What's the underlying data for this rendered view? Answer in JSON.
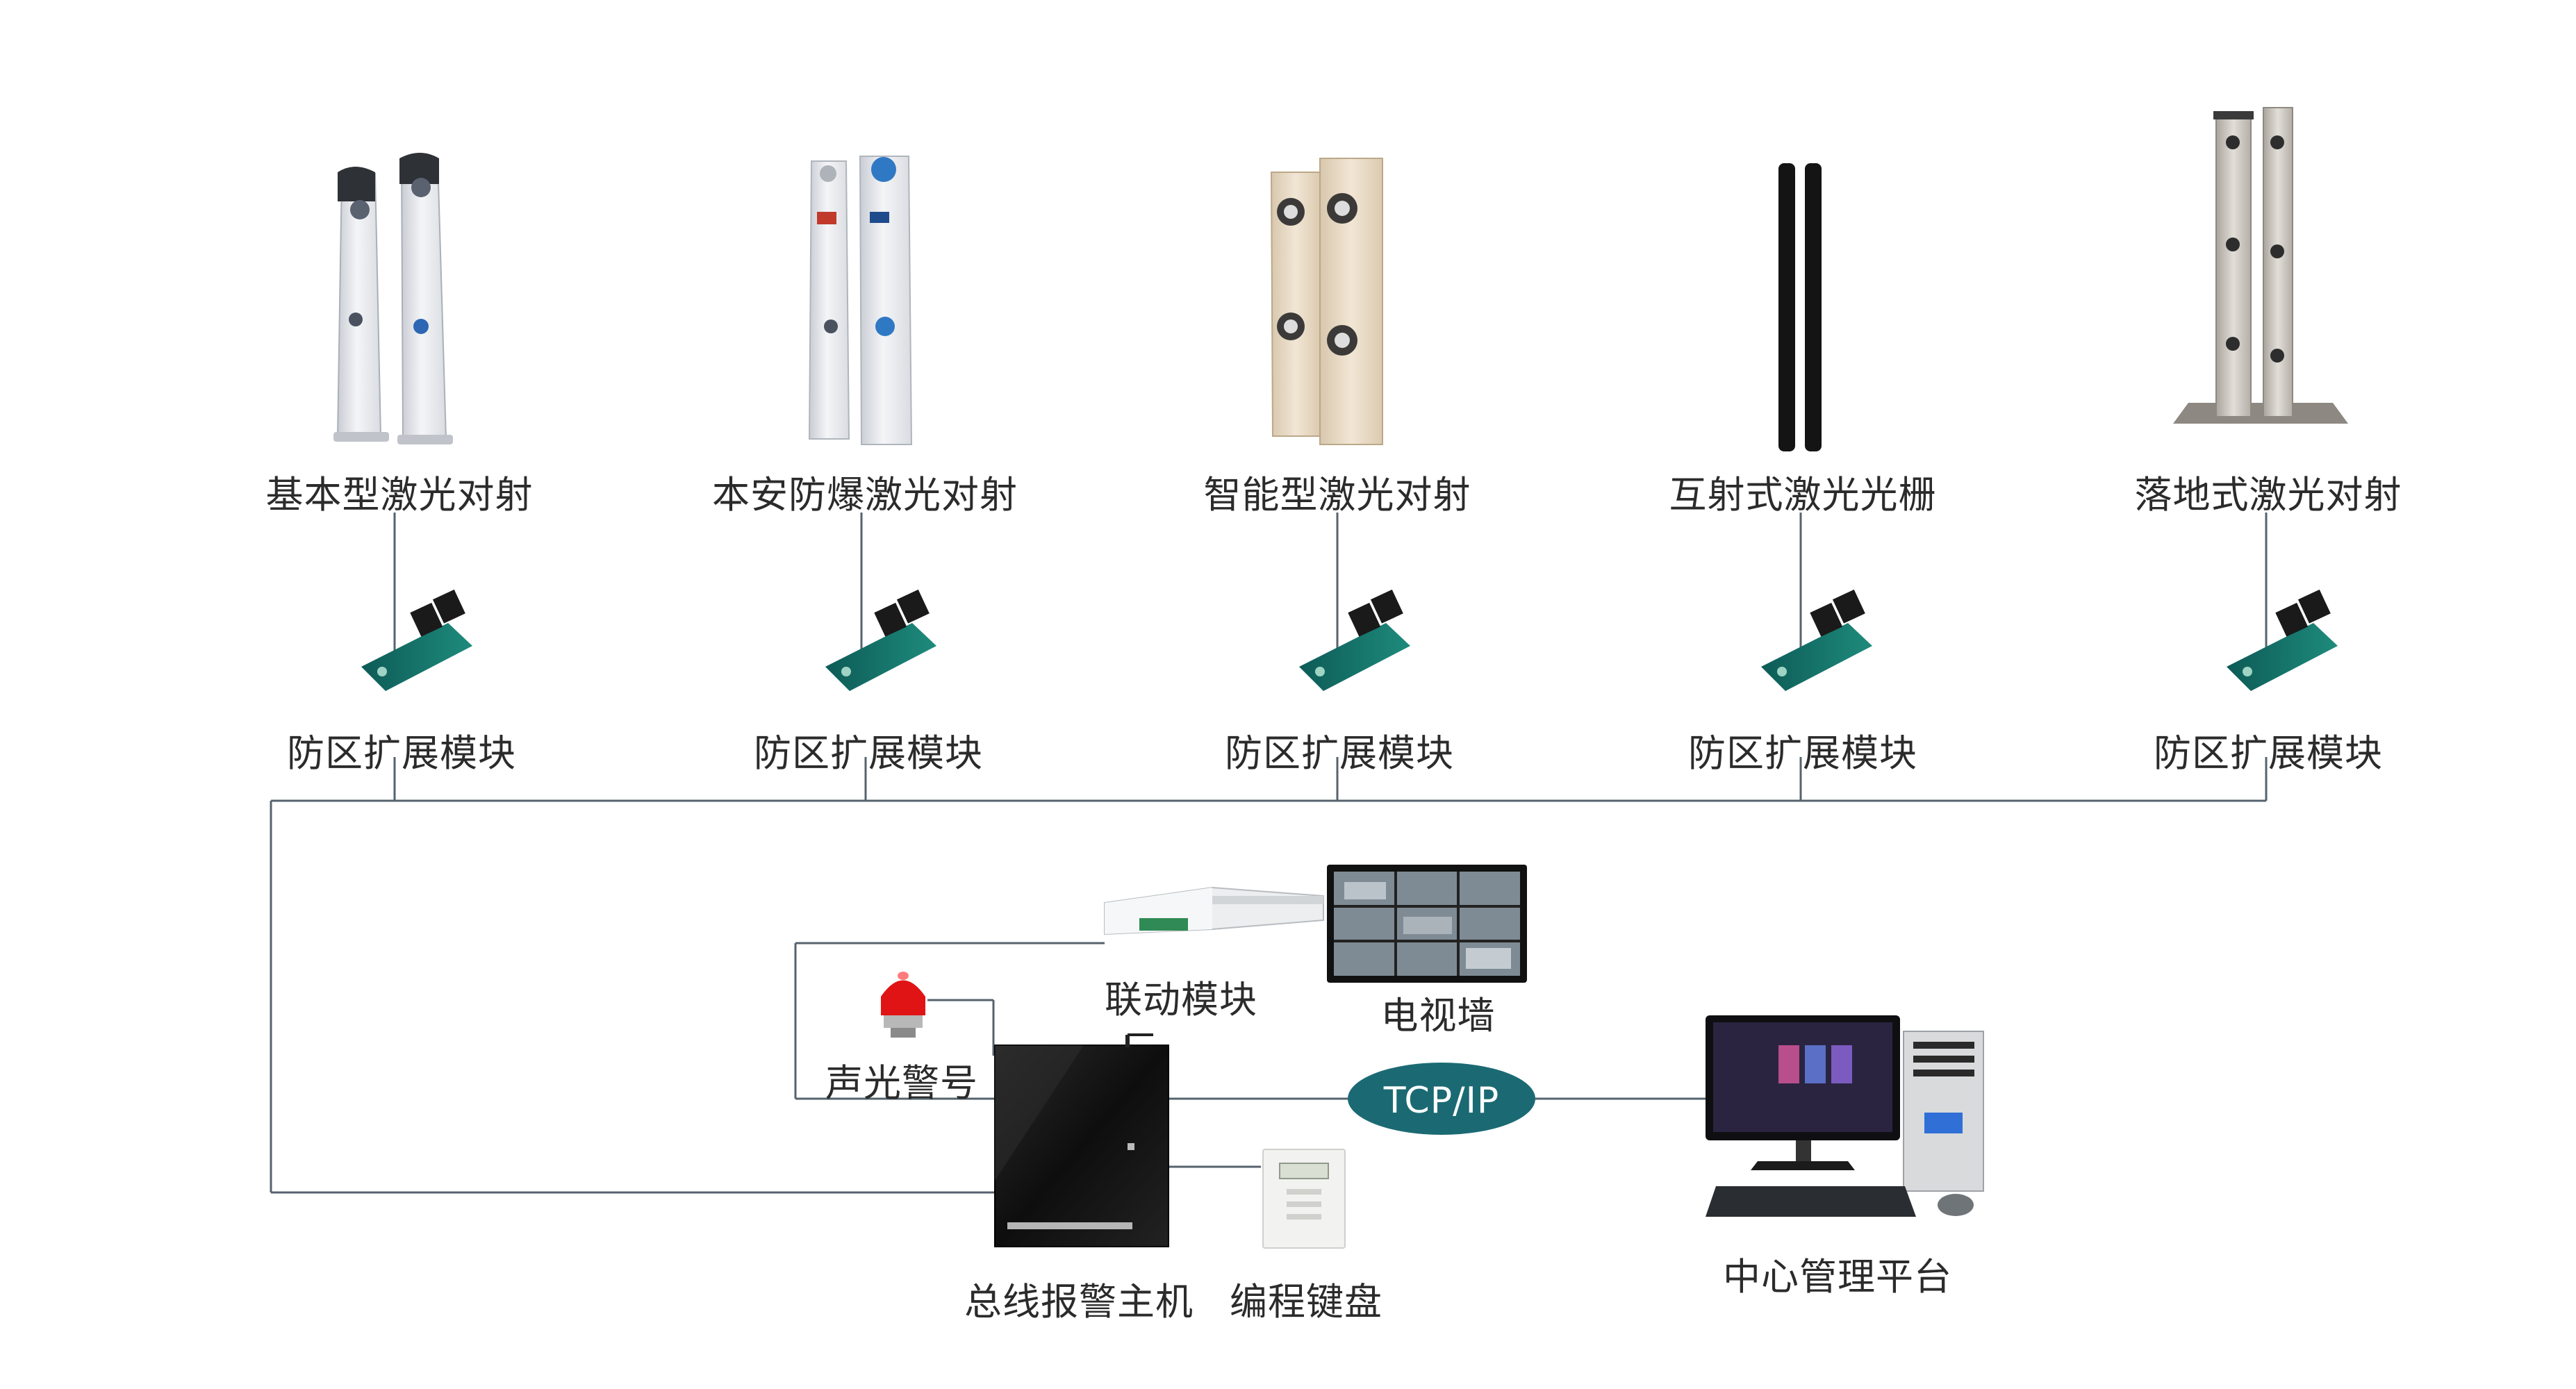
{
  "sensors": [
    {
      "label": "基本型激光对射",
      "icon": "basic-laser-beam-pair-icon"
    },
    {
      "label": "本安防爆激光对射",
      "icon": "explosion-proof-laser-beam-pair-icon"
    },
    {
      "label": "智能型激光对射",
      "icon": "smart-laser-beam-pair-icon"
    },
    {
      "label": "互射式激光光栅",
      "icon": "laser-grating-bars-icon"
    },
    {
      "label": "落地式激光对射",
      "icon": "floor-standing-laser-beam-pair-icon"
    }
  ],
  "zone_module_label": "防区扩展模块",
  "zone_module_icon": "circuit-board-module-icon",
  "linkage_module": {
    "label": "联动模块",
    "icon": "relay-box-icon"
  },
  "video_wall": {
    "label": "电视墙",
    "icon": "monitor-wall-icon"
  },
  "siren": {
    "label": "声光警号",
    "icon": "siren-light-icon"
  },
  "alarm_host": {
    "label": "总线报警主机",
    "icon": "alarm-control-panel-icon"
  },
  "keypad": {
    "label": "编程键盘",
    "icon": "keypad-icon"
  },
  "network": {
    "label": "TCP/IP",
    "color": "#1b6a73"
  },
  "center": {
    "label": "中心管理平台",
    "icon": "desktop-computer-icon"
  },
  "colors": {
    "line": "#56636e",
    "text": "#2b2b2b"
  }
}
